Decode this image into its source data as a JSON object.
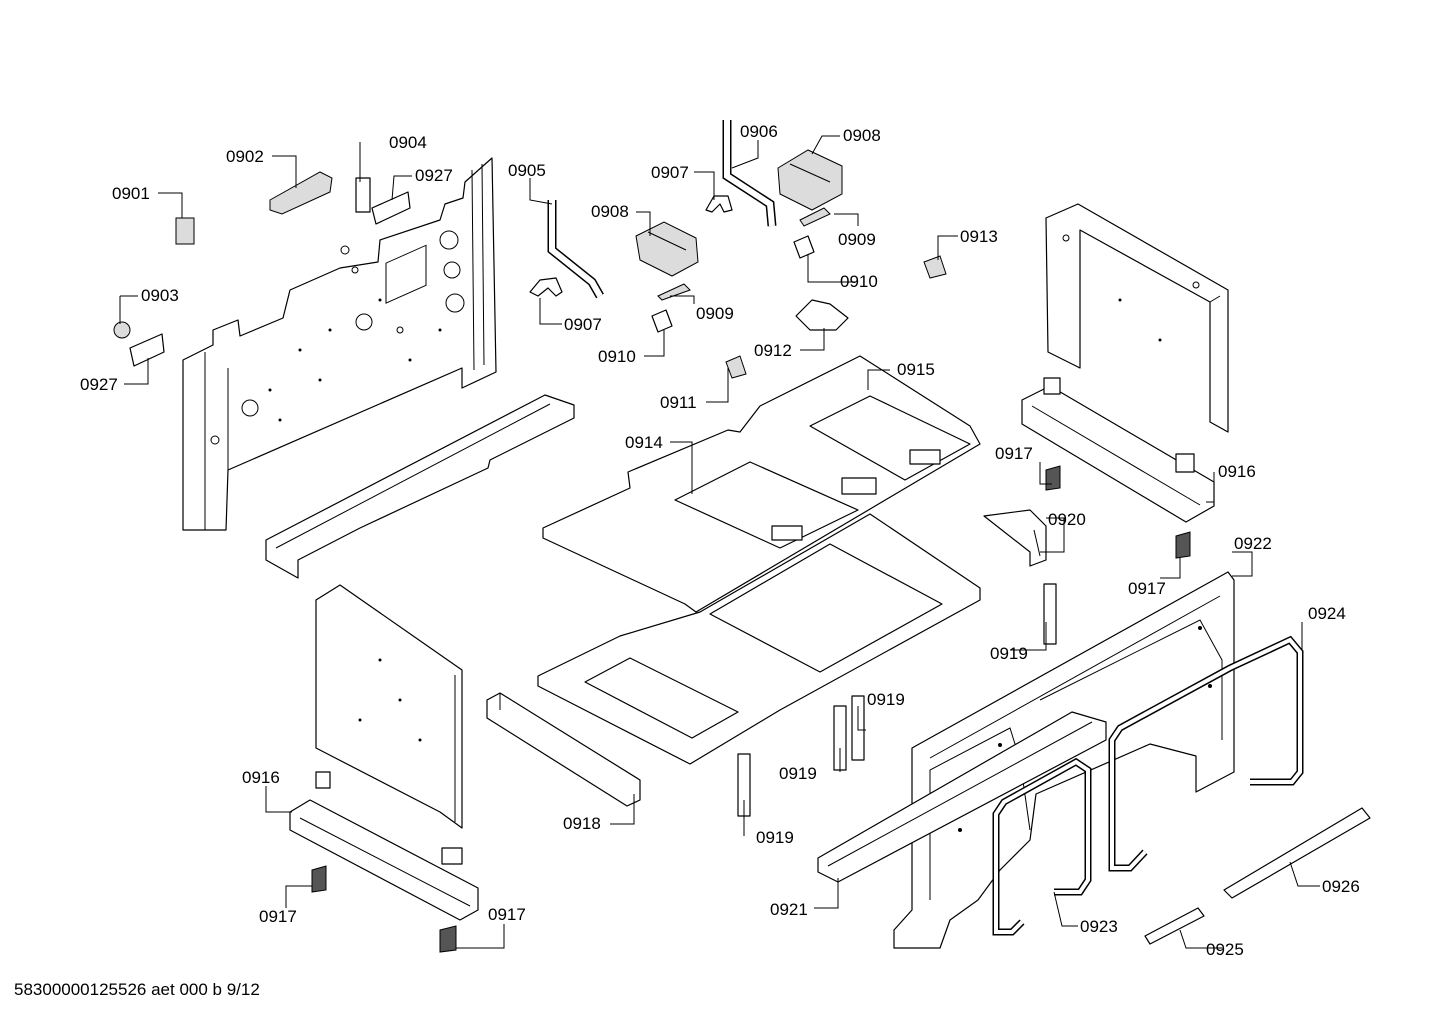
{
  "document_id": "58300000125526 aet 000 b 9/12",
  "labels": [
    {
      "id": "p0901",
      "text": "0901"
    },
    {
      "id": "p0902",
      "text": "0902"
    },
    {
      "id": "p0903",
      "text": "0903"
    },
    {
      "id": "p0904",
      "text": "0904"
    },
    {
      "id": "p0905",
      "text": "0905"
    },
    {
      "id": "p0906",
      "text": "0906"
    },
    {
      "id": "p0907a",
      "text": "0907"
    },
    {
      "id": "p0907b",
      "text": "0907"
    },
    {
      "id": "p0908a",
      "text": "0908"
    },
    {
      "id": "p0908b",
      "text": "0908"
    },
    {
      "id": "p0909a",
      "text": "0909"
    },
    {
      "id": "p0909b",
      "text": "0909"
    },
    {
      "id": "p0910a",
      "text": "0910"
    },
    {
      "id": "p0910b",
      "text": "0910"
    },
    {
      "id": "p0911",
      "text": "0911"
    },
    {
      "id": "p0912",
      "text": "0912"
    },
    {
      "id": "p0913",
      "text": "0913"
    },
    {
      "id": "p0914",
      "text": "0914"
    },
    {
      "id": "p0915",
      "text": "0915"
    },
    {
      "id": "p0916a",
      "text": "0916"
    },
    {
      "id": "p0916b",
      "text": "0916"
    },
    {
      "id": "p0917a",
      "text": "0917"
    },
    {
      "id": "p0917b",
      "text": "0917"
    },
    {
      "id": "p0917c",
      "text": "0917"
    },
    {
      "id": "p0917d",
      "text": "0917"
    },
    {
      "id": "p0918",
      "text": "0918"
    },
    {
      "id": "p0919a",
      "text": "0919"
    },
    {
      "id": "p0919b",
      "text": "0919"
    },
    {
      "id": "p0919c",
      "text": "0919"
    },
    {
      "id": "p0919d",
      "text": "0919"
    },
    {
      "id": "p0920",
      "text": "0920"
    },
    {
      "id": "p0921",
      "text": "0921"
    },
    {
      "id": "p0922",
      "text": "0922"
    },
    {
      "id": "p0923",
      "text": "0923"
    },
    {
      "id": "p0924",
      "text": "0924"
    },
    {
      "id": "p0925",
      "text": "0925"
    },
    {
      "id": "p0926",
      "text": "0926"
    },
    {
      "id": "p0927a",
      "text": "0927"
    },
    {
      "id": "p0927b",
      "text": "0927"
    }
  ]
}
